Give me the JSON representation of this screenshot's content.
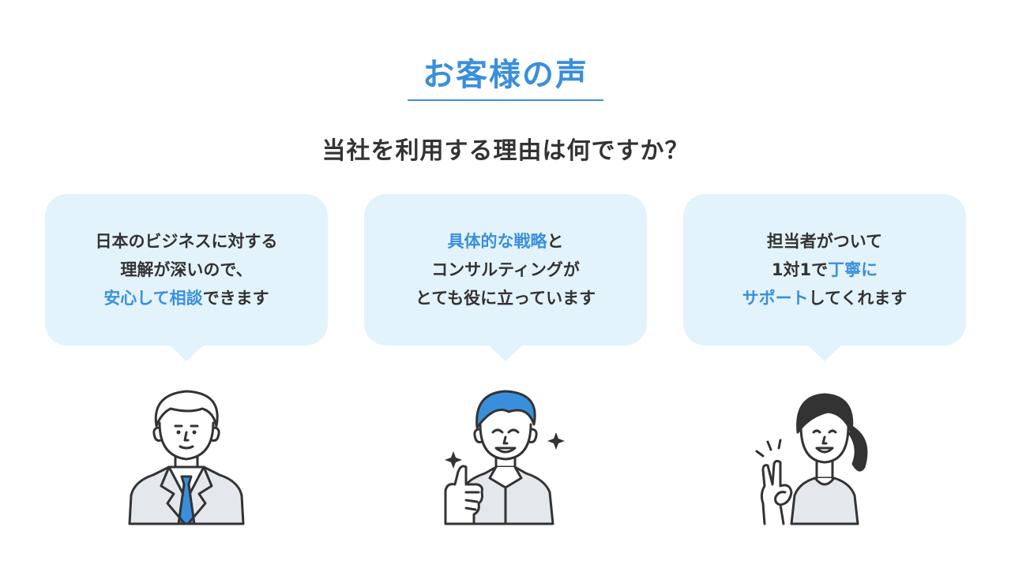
{
  "header": {
    "title": "お客様の声",
    "question": "当社を利用する理由は何ですか？"
  },
  "testimonials": [
    {
      "lines": [
        [
          {
            "text": "日本のビジネスに対する",
            "highlight": false
          }
        ],
        [
          {
            "text": "理解が深いので、",
            "highlight": false
          }
        ],
        [
          {
            "text": "安心して相談",
            "highlight": true
          },
          {
            "text": "できます",
            "highlight": false
          }
        ]
      ],
      "avatar": "businessman-tie-icon"
    },
    {
      "lines": [
        [
          {
            "text": "具体的な戦略",
            "highlight": true
          },
          {
            "text": "と",
            "highlight": false
          }
        ],
        [
          {
            "text": "コンサルティングが",
            "highlight": false
          }
        ],
        [
          {
            "text": "とても役に立っています",
            "highlight": false
          }
        ]
      ],
      "avatar": "man-thumbs-up-icon"
    },
    {
      "lines": [
        [
          {
            "text": "担当者がついて",
            "highlight": false
          }
        ],
        [
          {
            "text": "1対1で",
            "highlight": false
          },
          {
            "text": "丁寧に",
            "highlight": true
          }
        ],
        [
          {
            "text": "サポート",
            "highlight": true
          },
          {
            "text": "してくれます",
            "highlight": false
          }
        ]
      ],
      "avatar": "woman-ok-sign-icon"
    }
  ],
  "colors": {
    "accent": "#3a8fdc",
    "bubble": "#e3f3fb",
    "text": "#333333",
    "suit": "#e4e8ec"
  }
}
